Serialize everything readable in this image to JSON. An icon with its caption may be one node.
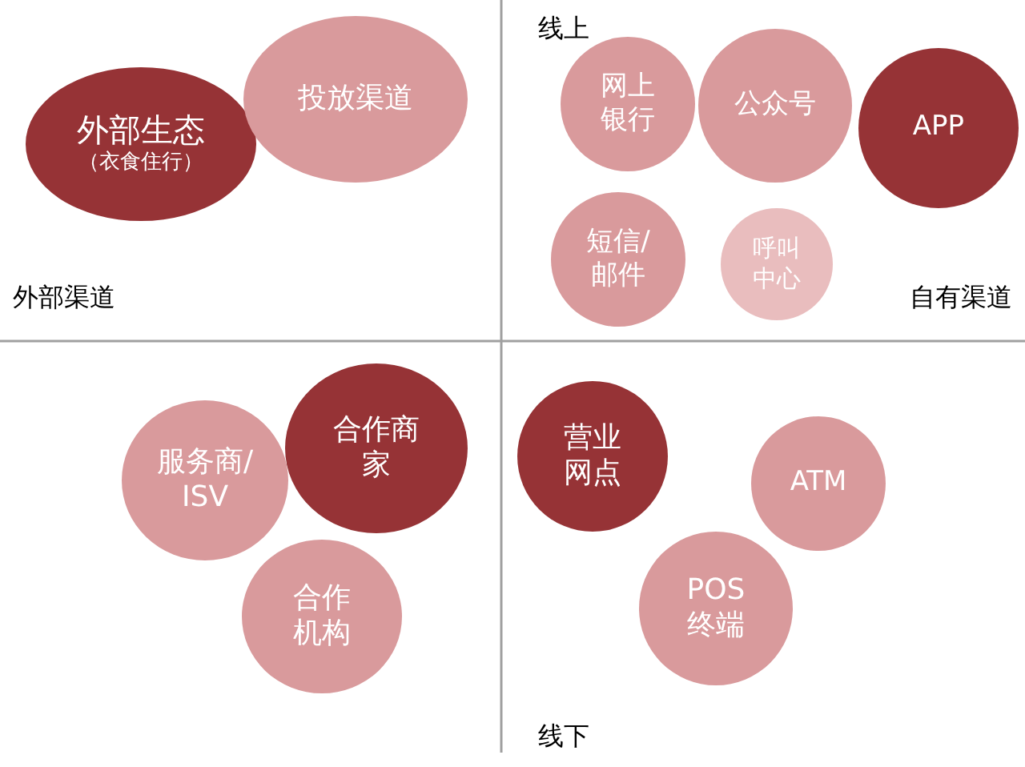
{
  "diagram": {
    "nodes": [
      {
        "text": [
          "外部生态",
          "（衣食住行）"
        ]
      },
      {
        "text": [
          "投放渠道"
        ]
      },
      {
        "text": [
          "网上银行"
        ]
      },
      {
        "text": [
          "公众号"
        ]
      },
      {
        "text": [
          "APP"
        ]
      },
      {
        "text": [
          "短信/邮件"
        ]
      },
      {
        "text": [
          "呼叫中心"
        ]
      },
      {
        "text": [
          "合作商家"
        ]
      },
      {
        "text": [
          "服务商/ISV"
        ]
      },
      {
        "text": [
          "合作机构"
        ]
      },
      {
        "text": [
          "营业网点"
        ]
      },
      {
        "text": [
          "ATM"
        ]
      },
      {
        "text": [
          "POS终端"
        ]
      }
    ],
    "labels": [
      "线上",
      "外部渠道",
      "自有渠道",
      "线下"
    ]
  }
}
